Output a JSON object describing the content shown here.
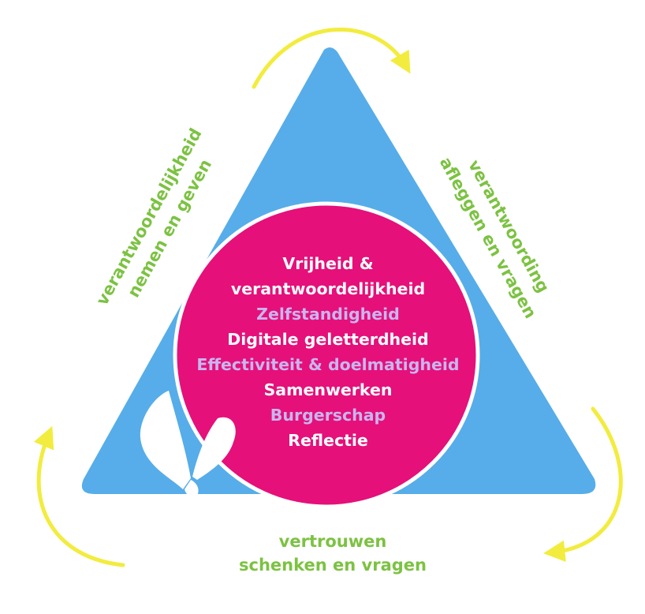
{
  "colors": {
    "triangle": "#56ade9",
    "circle": "#e5107a",
    "circle_border": "#ffffff",
    "arrows": "#f2ec3e",
    "side_text": "#7cc242",
    "center_white": "#ffffff",
    "center_lilac": "#c8b6f0",
    "butterfly": "#ffffff"
  },
  "center": {
    "line1": "Vrijheid &",
    "line2": "verantwoordelijkheid",
    "line3": "Zelfstandigheid",
    "line4": "Digitale geletterdheid",
    "line5": "Effectiviteit & doelmatigheid",
    "line6": "Samenwerken",
    "line7": "Burgerschap",
    "line8": "Reflectie"
  },
  "labels": {
    "left": {
      "line1": "verantwoordelijkheid",
      "line2": "nemen en geven"
    },
    "right": {
      "line1": "verantwoording",
      "line2": "afleggen en vragen"
    },
    "bottom": {
      "line1": "vertrouwen",
      "line2": "schenken en vragen"
    }
  },
  "icons": {
    "butterfly": "butterfly-icon",
    "arrow_top": "curved-arrow-icon",
    "arrow_right": "curved-arrow-icon",
    "arrow_left": "curved-arrow-icon"
  }
}
